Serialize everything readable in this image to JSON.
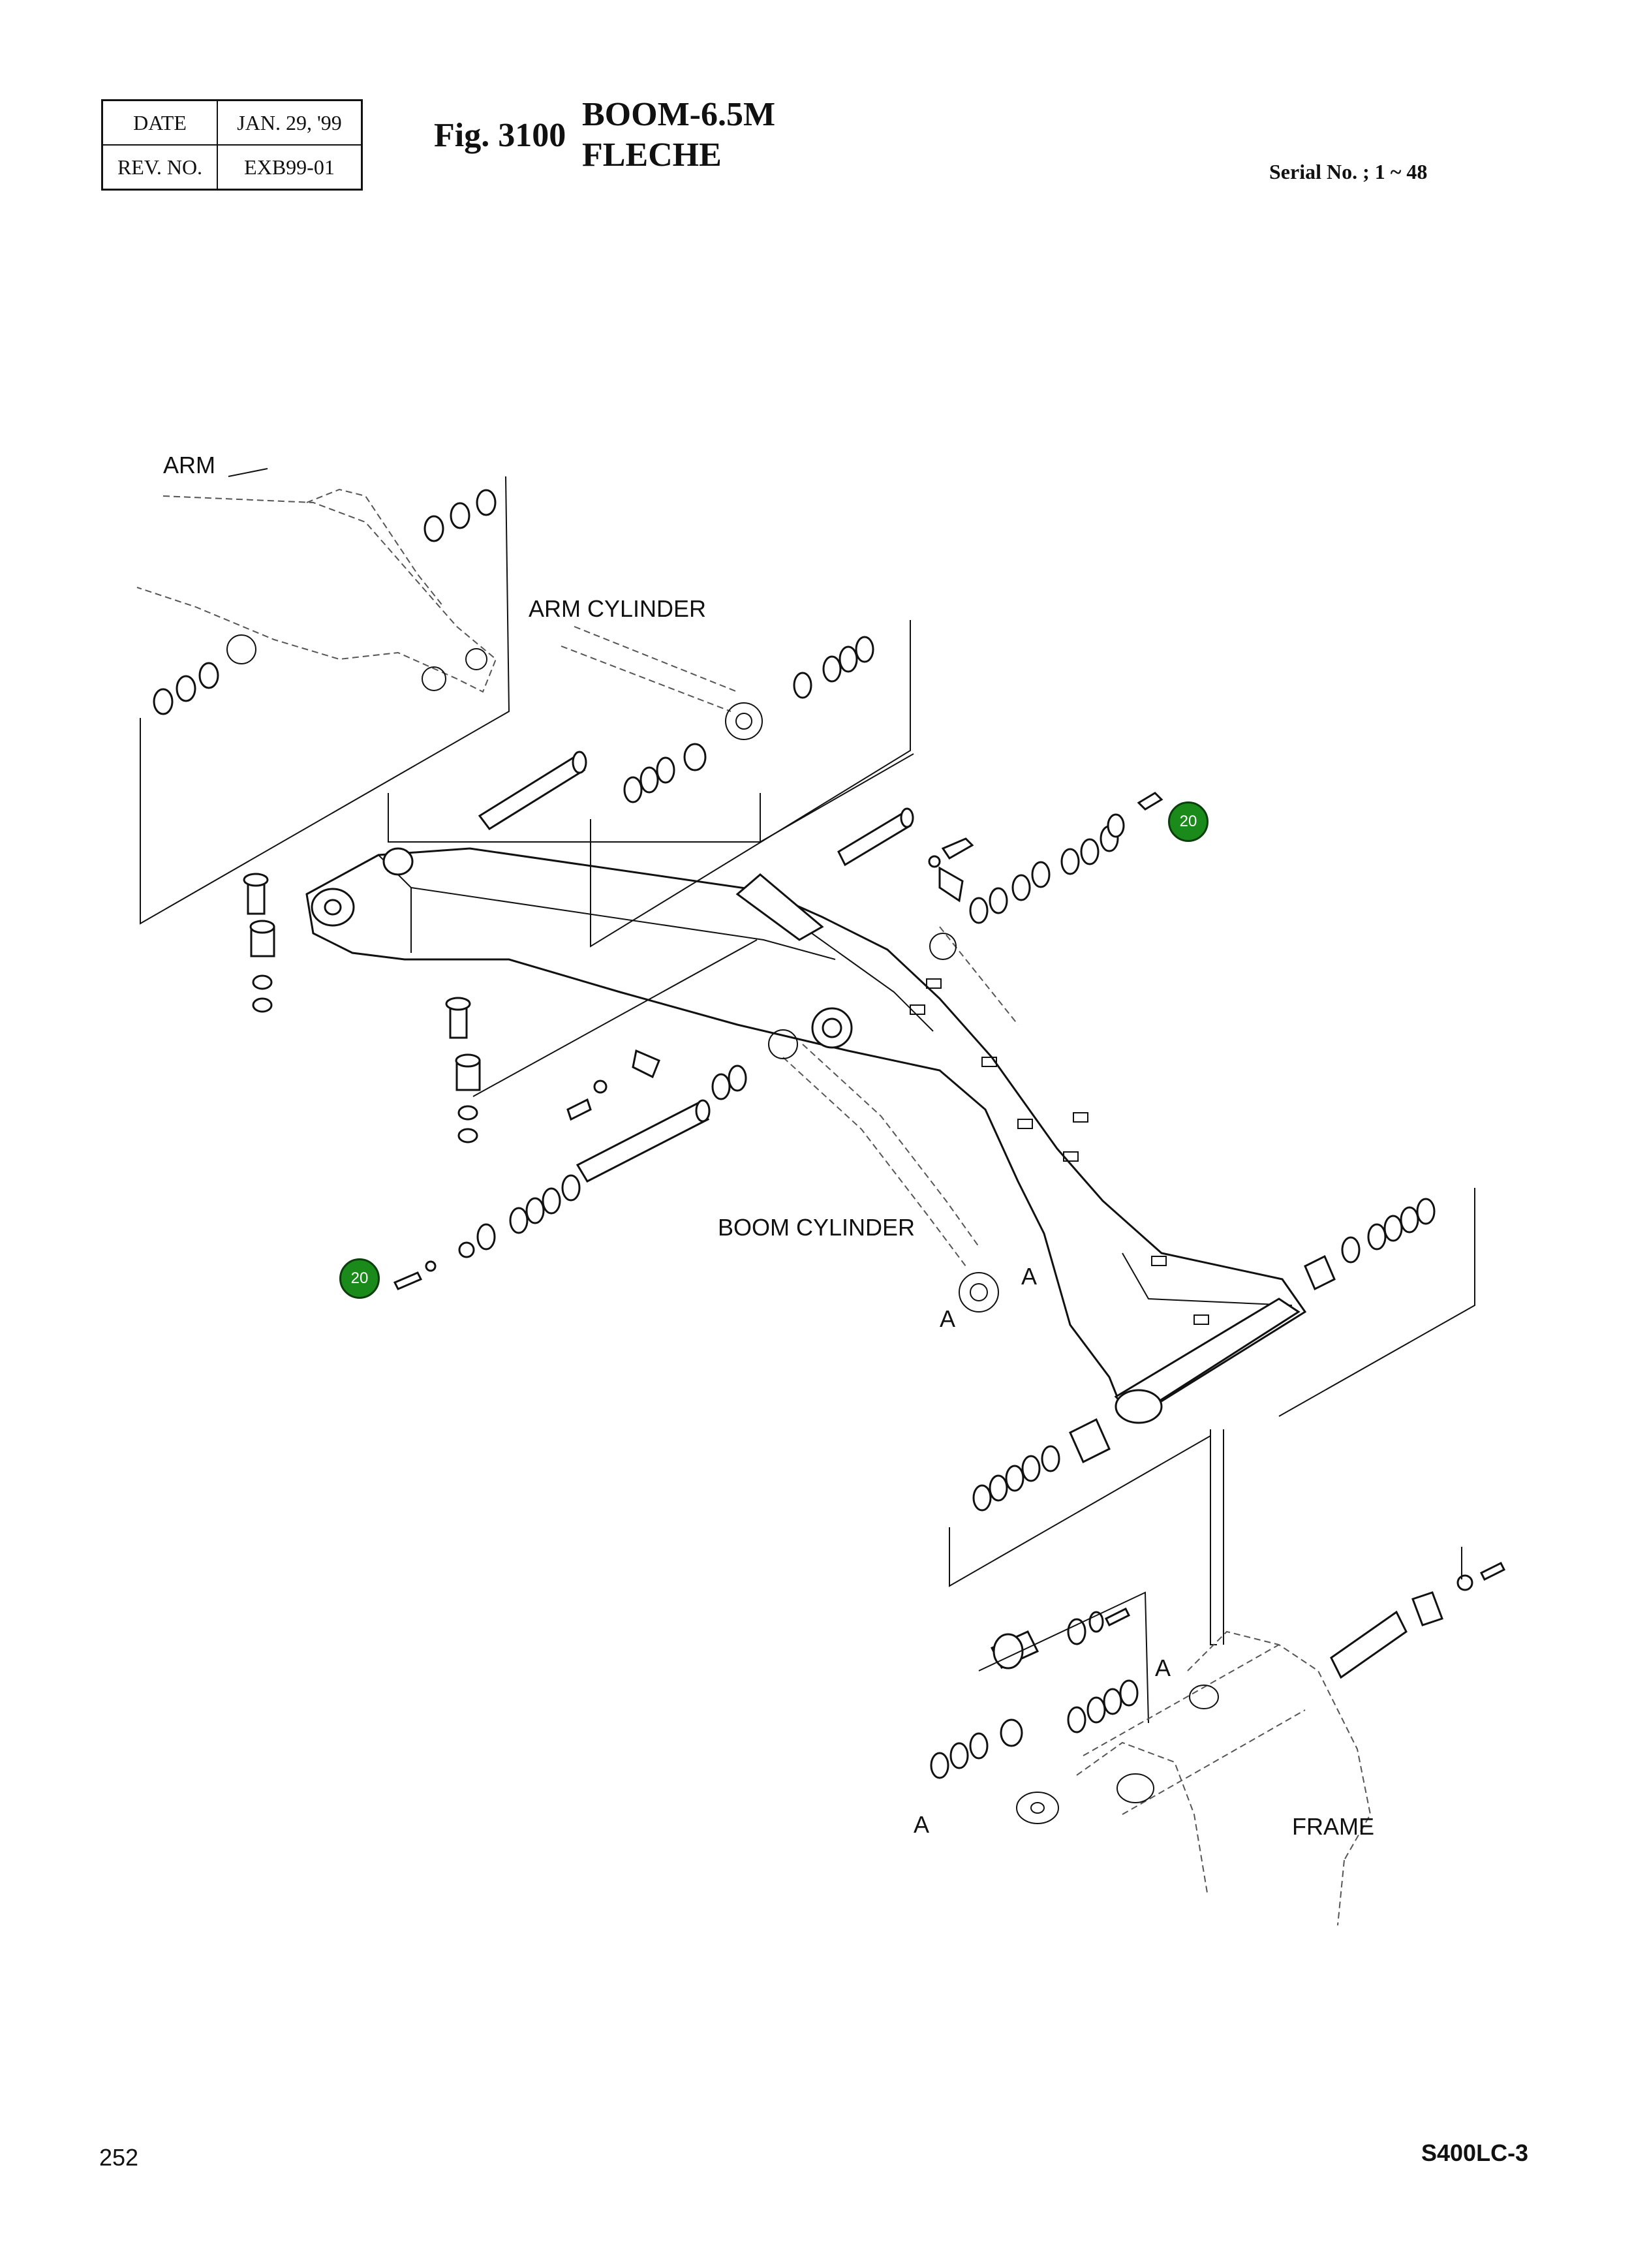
{
  "header": {
    "date_label": "DATE",
    "date_value": "JAN. 29, '99",
    "rev_label": "REV. NO.",
    "rev_value": "EXB99-01",
    "fig_number": "Fig. 3100",
    "title_en": "BOOM-6.5M",
    "title_fr": "FLECHE",
    "serial": "Serial No. ; 1 ~ 48"
  },
  "callouts": {
    "arm": "ARM",
    "arm_cylinder": "ARM CYLINDER",
    "boom_cylinder": "BOOM CYLINDER",
    "frame": "FRAME",
    "ref_a": "A"
  },
  "badges": [
    "20",
    "20"
  ],
  "footer": {
    "page_number": "252",
    "model": "S400LC-3"
  }
}
